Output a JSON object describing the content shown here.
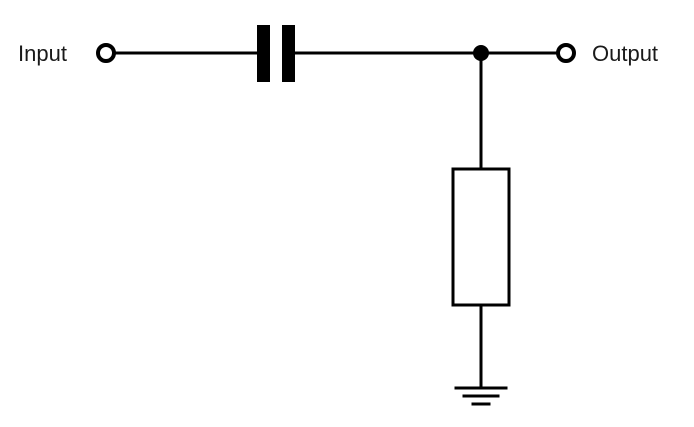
{
  "diagram": {
    "type": "circuit-schematic",
    "labels": {
      "input": "Input",
      "output": "Output"
    },
    "components": [
      {
        "name": "input-terminal",
        "kind": "open-terminal"
      },
      {
        "name": "capacitor",
        "kind": "capacitor-series-horizontal"
      },
      {
        "name": "junction",
        "kind": "node-dot"
      },
      {
        "name": "output-terminal",
        "kind": "open-terminal"
      },
      {
        "name": "resistor",
        "kind": "resistor-shunt-vertical"
      },
      {
        "name": "ground",
        "kind": "ground-symbol"
      }
    ],
    "colors": {
      "line": "#000000",
      "background": "#ffffff",
      "component_fill": "#ffffff"
    }
  }
}
